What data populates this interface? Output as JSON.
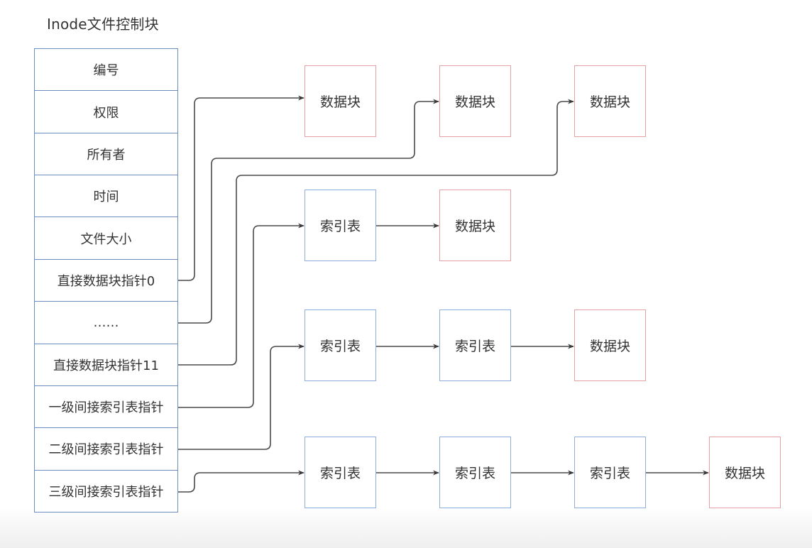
{
  "title": "Inode文件控制块",
  "inode_fields": [
    "编号",
    "权限",
    "所有者",
    "时间",
    "文件大小",
    "直接数据块指针0",
    "……",
    "直接数据块指针11",
    "一级间接索引表指针",
    "二级间接索引表指针",
    "三级间接索引表指针"
  ],
  "block_labels": {
    "data": "数据块",
    "index": "索引表"
  },
  "chains": [
    {
      "source_field": "直接数据块指针0",
      "nodes": [
        "数据块"
      ]
    },
    {
      "source_field": "……",
      "nodes": [
        "数据块"
      ]
    },
    {
      "source_field": "直接数据块指针11",
      "nodes": [
        "数据块"
      ]
    },
    {
      "source_field": "一级间接索引表指针",
      "nodes": [
        "索引表",
        "数据块"
      ]
    },
    {
      "source_field": "二级间接索引表指针",
      "nodes": [
        "索引表",
        "索引表",
        "数据块"
      ]
    },
    {
      "source_field": "三级间接索引表指针",
      "nodes": [
        "索引表",
        "索引表",
        "索引表",
        "数据块"
      ]
    }
  ],
  "colors": {
    "table_border": "#6c8ebf",
    "data_block_border": "#e6a0a4",
    "index_block_border": "#8eaedb",
    "connector": "#4a4a4a",
    "text": "#333333"
  }
}
